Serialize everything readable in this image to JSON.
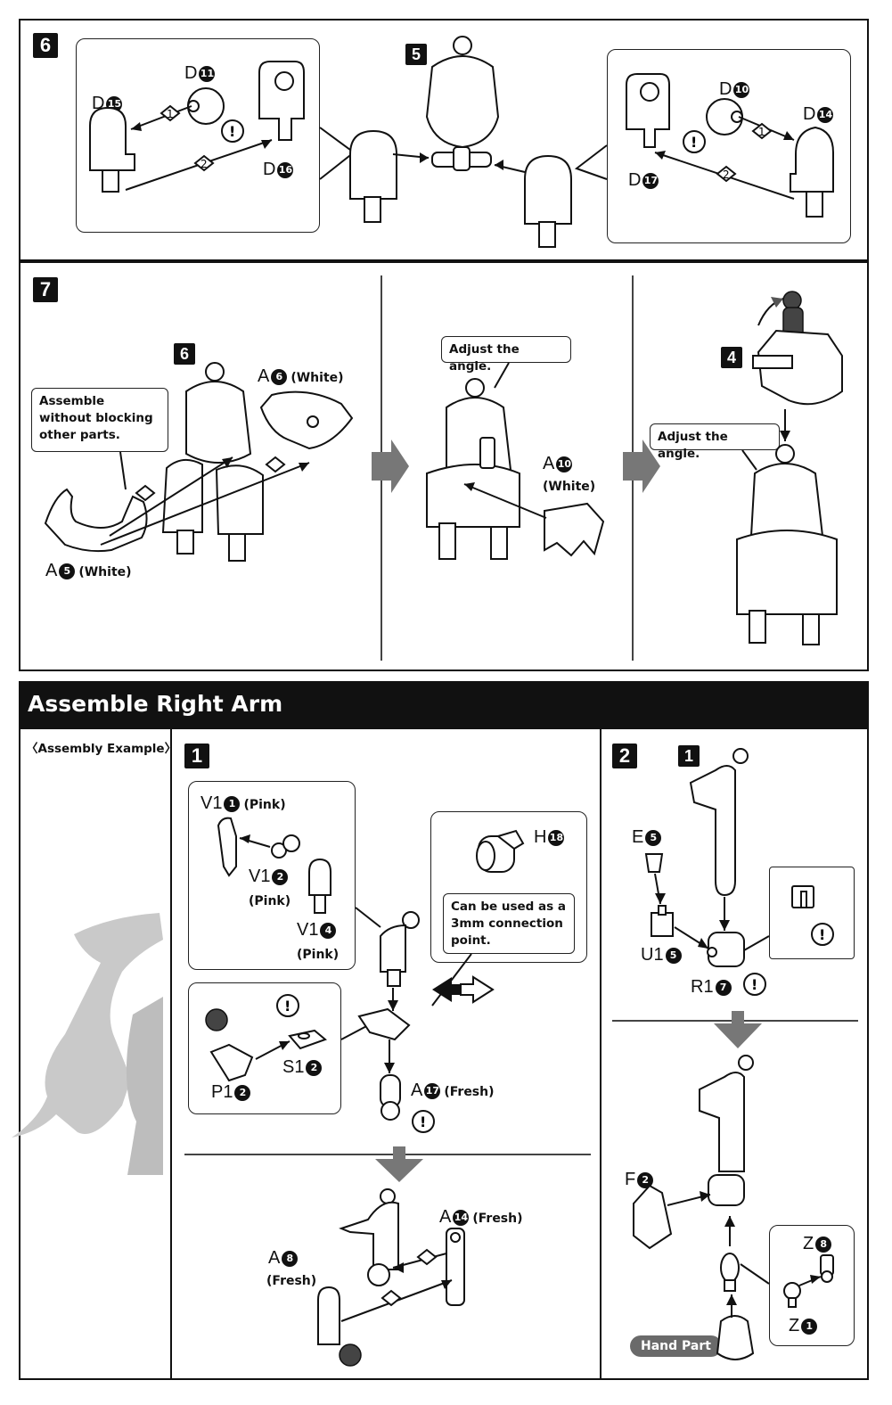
{
  "step6": {
    "badge": "6",
    "sub_badge": "5",
    "left_labels": {
      "d11": "D",
      "d11_num": "11",
      "d15": "D",
      "d15_num": "15",
      "d16": "D",
      "d16_num": "16"
    },
    "right_labels": {
      "d10": "D",
      "d10_num": "10",
      "d14": "D",
      "d14_num": "14",
      "d17": "D",
      "d17_num": "17"
    },
    "step_one": "1",
    "step_two": "2"
  },
  "step7": {
    "badge": "7",
    "sub_badge_6": "6",
    "sub_badge_4": "4",
    "callout_assemble": "Assemble without blocking other parts.",
    "callout_adjust_1": "Adjust the angle.",
    "callout_adjust_2": "Adjust the angle.",
    "a6": "A",
    "a6_num": "6",
    "a6_color": "(White)",
    "a5": "A",
    "a5_num": "5",
    "a5_color": "(White)",
    "a10": "A",
    "a10_num": "10",
    "a10_color": "(White)"
  },
  "right_arm": {
    "title": "Assemble Right Arm",
    "example_label": "〈Assembly Example〉",
    "step1_badge": "1",
    "step2_badge": "2",
    "step2_sub_badge": "1",
    "v1_1": "V1",
    "v1_1_num": "1",
    "v1_1_color": "(Pink)",
    "v1_2": "V1",
    "v1_2_num": "2",
    "v1_2_color": "(Pink)",
    "v1_4": "V1",
    "v1_4_num": "4",
    "v1_4_color": "(Pink)",
    "h18": "H",
    "h18_num": "18",
    "callout_connection": "Can be used as a 3mm connection point.",
    "s1_2": "S1",
    "s1_2_num": "2",
    "p1_2": "P1",
    "p1_2_num": "2",
    "a17": "A",
    "a17_num": "17",
    "a17_color": "(Fresh)",
    "a14": "A",
    "a14_num": "14",
    "a14_color": "(Fresh)",
    "a8": "A",
    "a8_num": "8",
    "a8_color": "(Fresh)",
    "e5": "E",
    "e5_num": "5",
    "u1_5": "U1",
    "u1_5_num": "5",
    "r1_7": "R1",
    "r1_7_num": "7",
    "f2": "F",
    "f2_num": "2",
    "z8": "Z",
    "z8_num": "8",
    "z1": "Z",
    "z1_num": "1",
    "hand_part": "Hand Part"
  }
}
